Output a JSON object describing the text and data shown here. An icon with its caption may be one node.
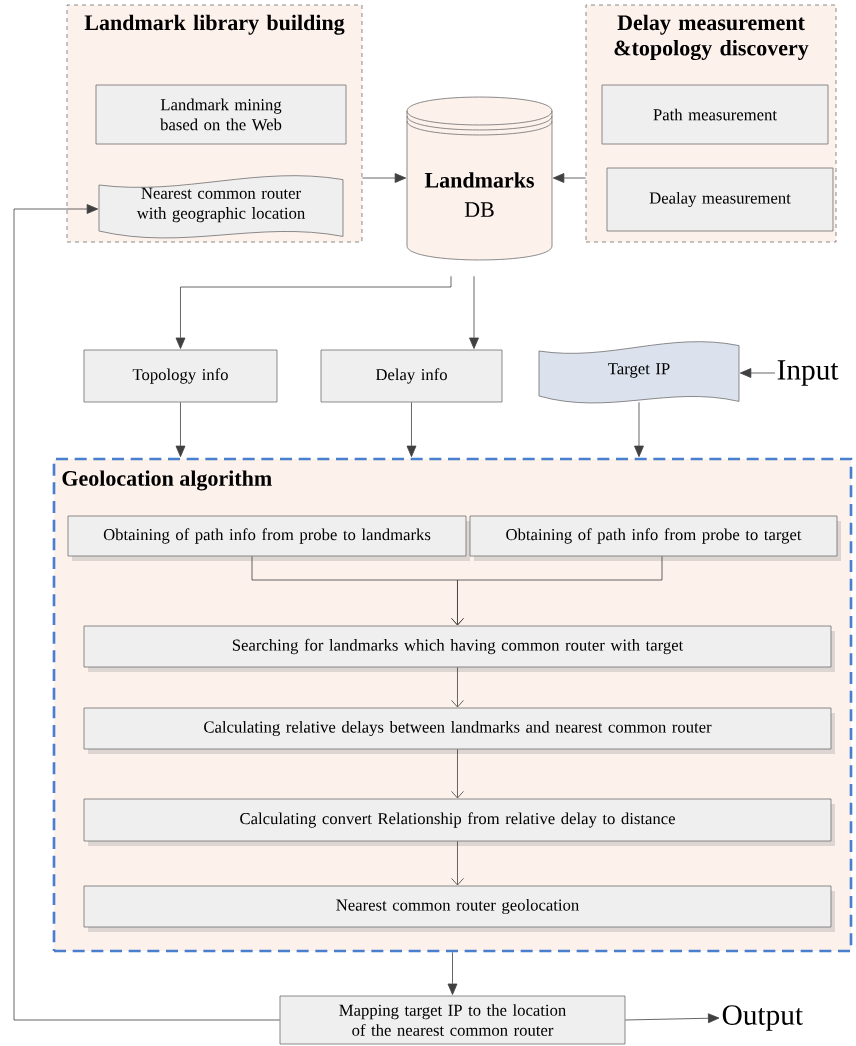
{
  "diagram": {
    "nodes": [
      {
        "text": [
          "Landmark library building"
        ]
      },
      {
        "text": [
          "Landmark mining based on the Web"
        ],
        "in": 0
      },
      {
        "text": [
          "Nearest common router with geographic location"
        ],
        "in": 0
      },
      {
        "text": [
          "Delay measurement &topology discovery"
        ]
      },
      {
        "text": [
          "Path measurement"
        ],
        "in": 3
      },
      {
        "text": [
          "Dealay measurement"
        ],
        "in": 3
      },
      {
        "text": [
          "Landmarks",
          "DB"
        ]
      },
      {
        "text": [
          "Topology info"
        ]
      },
      {
        "text": [
          "Delay info"
        ]
      },
      {
        "text": [
          "Target IP"
        ]
      },
      {
        "text": [
          "Input"
        ]
      },
      {
        "text": [
          "Geolocation algorithm"
        ]
      },
      {
        "text": [
          "Obtaining of path info from probe to landmarks"
        ],
        "in": 11
      },
      {
        "text": [
          "Obtaining of path info from probe to target"
        ],
        "in": 11
      },
      {
        "text": [
          "Searching for landmarks which having common router with target"
        ],
        "in": 11
      },
      {
        "text": [
          "Calculating relative delays between landmarks and nearest common router"
        ],
        "in": 11
      },
      {
        "text": [
          "Calculating convert Relationship from relative delay to distance"
        ],
        "in": 11
      },
      {
        "text": [
          "Nearest common router geolocation"
        ],
        "in": 11
      },
      {
        "text": [
          "Mapping target IP to the location of the nearest common router"
        ]
      },
      {
        "text": [
          "Output"
        ]
      }
    ],
    "edges": [
      {
        "from": 0,
        "to": 6,
        "arrow": "to"
      },
      {
        "from": 3,
        "to": 6,
        "arrow": "to"
      },
      {
        "from": 6,
        "to": 7,
        "arrow": "to"
      },
      {
        "from": 6,
        "to": 8,
        "arrow": "to"
      },
      {
        "from": 10,
        "to": 9,
        "arrow": "to"
      },
      {
        "from": 7,
        "to": 11,
        "arrow": "to"
      },
      {
        "from": 8,
        "to": 11,
        "arrow": "to"
      },
      {
        "from": 9,
        "to": 11,
        "arrow": "to"
      },
      {
        "from": 12,
        "to": 14,
        "arrow": "to"
      },
      {
        "from": 13,
        "to": 14,
        "arrow": "to"
      },
      {
        "from": 14,
        "to": 15,
        "arrow": "to"
      },
      {
        "from": 15,
        "to": 16,
        "arrow": "to"
      },
      {
        "from": 16,
        "to": 17,
        "arrow": "to"
      },
      {
        "from": 11,
        "to": 18,
        "arrow": "to"
      },
      {
        "from": 18,
        "to": 2,
        "arrow": "to"
      },
      {
        "from": 18,
        "to": 19,
        "arrow": "to"
      }
    ]
  }
}
